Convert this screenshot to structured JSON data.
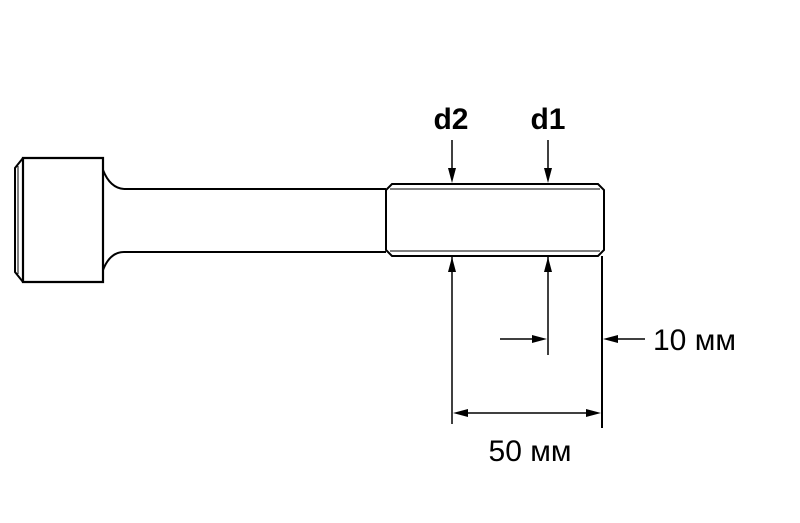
{
  "labels": {
    "d2": "d2",
    "d1": "d1",
    "dim_10": "10 мм",
    "dim_50": "50 мм"
  },
  "colors": {
    "line": "#000000",
    "background": "#ffffff"
  }
}
